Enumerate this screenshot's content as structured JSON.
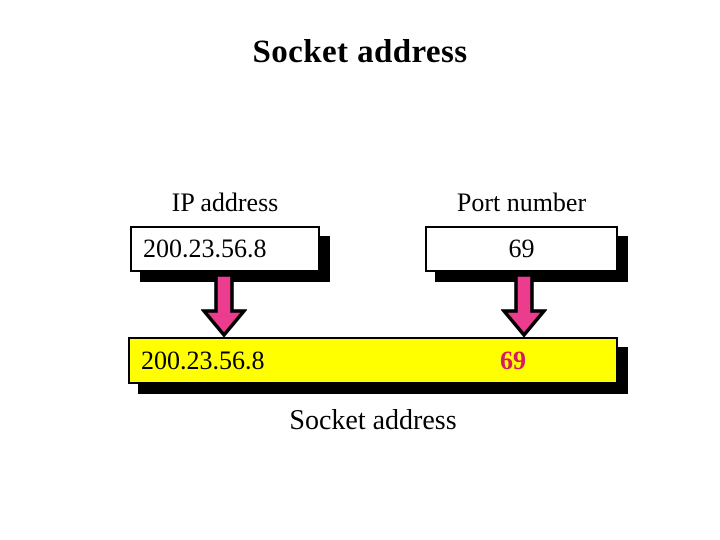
{
  "slide": {
    "title": "Socket address",
    "background_color": "#FFFFFF"
  },
  "fields": [
    {
      "key": "ip",
      "label": "IP address",
      "value": "200.23.56.8",
      "box_fill": "#FFFFFF",
      "text_color": "#000000"
    },
    {
      "key": "port",
      "label": "Port number",
      "value": "69",
      "box_fill": "#FFFFFF",
      "text_color": "#000000"
    }
  ],
  "arrows": [
    {
      "name": "ip-to-socket",
      "direction": "down",
      "color": "#EC3C8D",
      "outline_color": "#000000"
    },
    {
      "name": "port-to-socket",
      "direction": "down",
      "color": "#EC3C8D",
      "outline_color": "#000000"
    }
  ],
  "socket_bar": {
    "fill_color": "#FFFF00",
    "ip_part": "200.23.56.8",
    "ip_part_color": "#000000",
    "port_part": "69",
    "port_part_color": "#D81B5E",
    "caption": "Socket address"
  },
  "style": {
    "shadow_color": "#000000",
    "border_color": "#000000"
  }
}
